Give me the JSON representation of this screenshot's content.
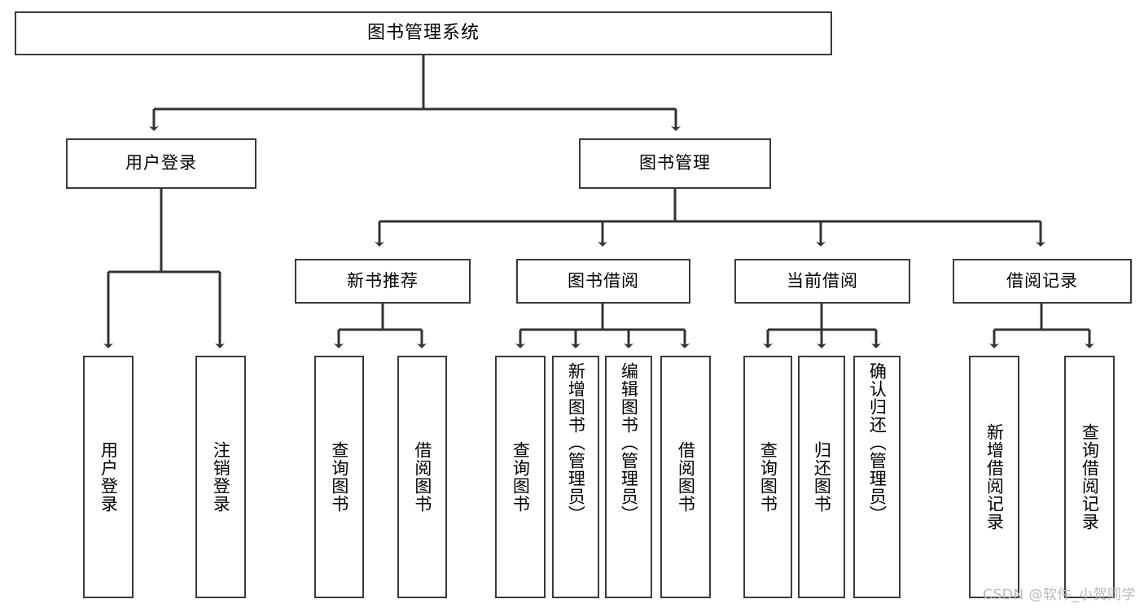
{
  "diagram": {
    "type": "tree",
    "title": "图书管理系统",
    "orientation": "top-down",
    "colors": {
      "box_border": "#3a3a3a",
      "box_fill": "#ffffff",
      "edge": "#333333",
      "text": "#000000",
      "watermark": "#b9b9b9"
    },
    "root": {
      "label": "图书管理系统"
    },
    "level2": [
      {
        "id": "user-login",
        "label": "用户登录"
      },
      {
        "id": "book-manage",
        "label": "图书管理"
      }
    ],
    "level3": [
      {
        "id": "new-book-recommend",
        "label": "新书推荐",
        "parent": "book-manage"
      },
      {
        "id": "book-borrow",
        "label": "图书借阅",
        "parent": "book-manage"
      },
      {
        "id": "current-borrow",
        "label": "当前借阅",
        "parent": "book-manage"
      },
      {
        "id": "borrow-record",
        "label": "借阅记录",
        "parent": "book-manage"
      }
    ],
    "leaves": [
      {
        "id": "leaf-user-login",
        "label": "用户登录",
        "parent": "user-login"
      },
      {
        "id": "leaf-logout-login",
        "label": "注销登录",
        "parent": "user-login"
      },
      {
        "id": "leaf-query-book-1",
        "label": "查询图书",
        "parent": "new-book-recommend"
      },
      {
        "id": "leaf-borrow-book-1",
        "label": "借阅图书",
        "parent": "new-book-recommend"
      },
      {
        "id": "leaf-query-book-2",
        "label": "查询图书",
        "parent": "book-borrow"
      },
      {
        "id": "leaf-add-book",
        "label": "新增图书（管理员）",
        "parent": "book-borrow"
      },
      {
        "id": "leaf-edit-book",
        "label": "编辑图书（管理员）",
        "parent": "book-borrow"
      },
      {
        "id": "leaf-borrow-book-2",
        "label": "借阅图书",
        "parent": "book-borrow"
      },
      {
        "id": "leaf-query-book-3",
        "label": "查询图书",
        "parent": "current-borrow"
      },
      {
        "id": "leaf-return-book",
        "label": "归还图书",
        "parent": "current-borrow"
      },
      {
        "id": "leaf-confirm-return",
        "label": "确认归还（管理员）",
        "parent": "current-borrow"
      },
      {
        "id": "leaf-add-record",
        "label": "新增借阅记录",
        "parent": "borrow-record"
      },
      {
        "id": "leaf-query-record",
        "label": "查询借阅记录",
        "parent": "borrow-record"
      }
    ]
  },
  "watermark": {
    "text": "CSDN @软件_小贺同学"
  }
}
